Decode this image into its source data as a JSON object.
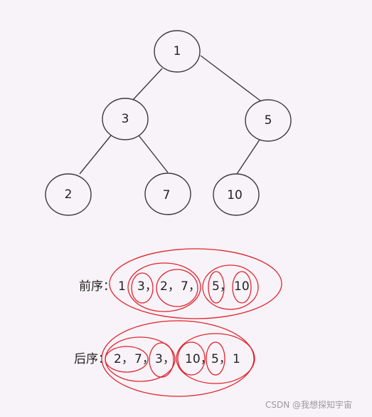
{
  "tree": {
    "nodes": [
      {
        "id": "n1",
        "label": "1"
      },
      {
        "id": "n3",
        "label": "3"
      },
      {
        "id": "n5",
        "label": "5"
      },
      {
        "id": "n2",
        "label": "2"
      },
      {
        "id": "n7",
        "label": "7"
      },
      {
        "id": "n10",
        "label": "10"
      }
    ],
    "edges": [
      {
        "from": "n1",
        "to": "n3"
      },
      {
        "from": "n1",
        "to": "n5"
      },
      {
        "from": "n3",
        "to": "n2"
      },
      {
        "from": "n3",
        "to": "n7"
      },
      {
        "from": "n5",
        "to": "n10"
      }
    ]
  },
  "preorder": {
    "label": "前序：",
    "items": [
      "1",
      "3，",
      "2，",
      "7，",
      "5，",
      "10"
    ]
  },
  "postorder": {
    "label": "后序：",
    "items": [
      "2，",
      "7，",
      "3，",
      "10，",
      "5，",
      "1"
    ]
  },
  "colors": {
    "node_stroke": "#3a3a3a",
    "highlight": "#e0242e",
    "background": "#f8f3f8"
  },
  "watermark": "CSDN @我想探知宇宙"
}
